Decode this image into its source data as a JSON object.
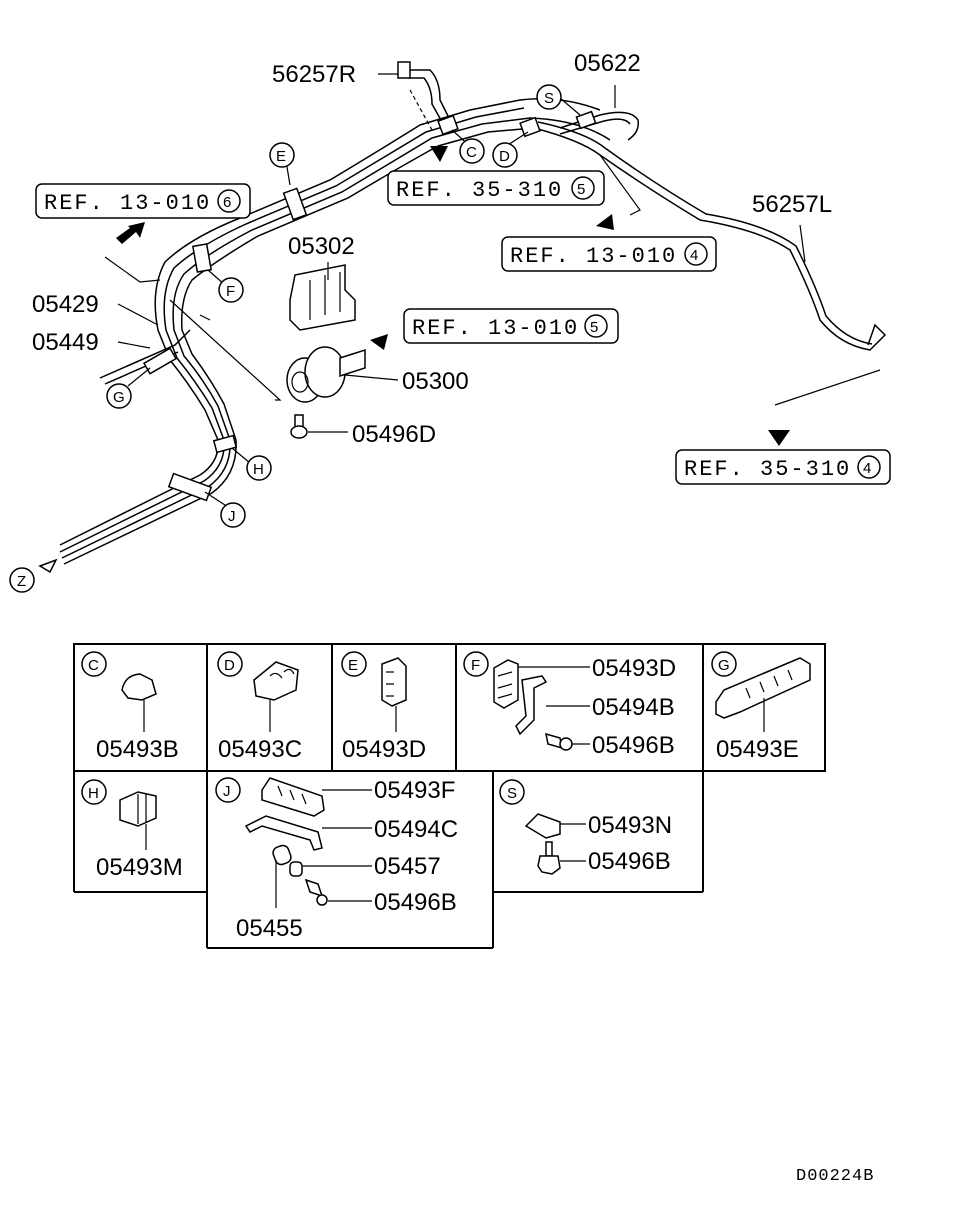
{
  "main_labels": {
    "p56257R": "56257R",
    "p05622": "05622",
    "p56257L": "56257L",
    "p05302": "05302",
    "p05429": "05429",
    "p05449": "05449",
    "p05300": "05300",
    "p05496D": "05496D"
  },
  "refs": {
    "r1": {
      "text": "REF. 13-010",
      "num": "6"
    },
    "r2": {
      "text": "REF. 35-310",
      "num": "5"
    },
    "r3": {
      "text": "REF. 13-010",
      "num": "4"
    },
    "r4": {
      "text": "REF. 13-010",
      "num": "5"
    },
    "r5": {
      "text": "REF. 35-310",
      "num": "4"
    }
  },
  "callouts": {
    "C": "C",
    "D": "D",
    "E": "E",
    "F": "F",
    "G": "G",
    "H": "H",
    "J": "J",
    "S": "S",
    "Z": "Z"
  },
  "table": {
    "C": {
      "letter": "C",
      "parts": [
        "05493B"
      ]
    },
    "D": {
      "letter": "D",
      "parts": [
        "05493C"
      ]
    },
    "E": {
      "letter": "E",
      "parts": [
        "05493D"
      ]
    },
    "F": {
      "letter": "F",
      "parts": [
        "05493D",
        "05494B",
        "05496B"
      ]
    },
    "G": {
      "letter": "G",
      "parts": [
        "05493E"
      ]
    },
    "H": {
      "letter": "H",
      "parts": [
        "05493M"
      ]
    },
    "J": {
      "letter": "J",
      "parts": [
        "05493F",
        "05494C",
        "05457",
        "05496B",
        "05455"
      ]
    },
    "S": {
      "letter": "S",
      "parts": [
        "05493N",
        "05496B"
      ]
    }
  },
  "diagram_code": "D00224B",
  "icons": [
    "arrow-icon",
    "clamp-icon",
    "bolt-icon",
    "brake-booster-icon"
  ]
}
